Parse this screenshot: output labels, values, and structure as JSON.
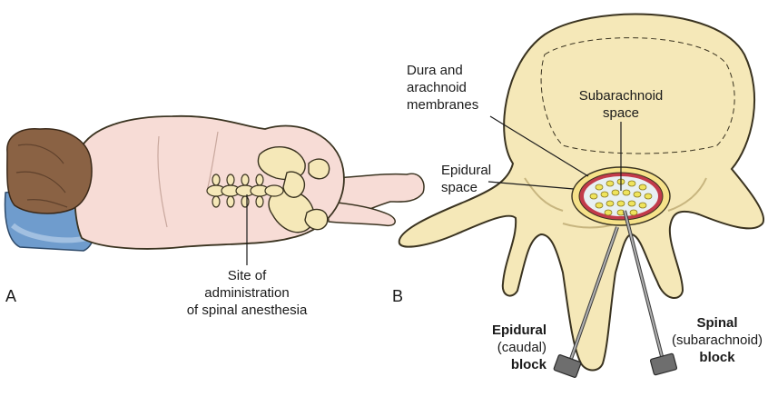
{
  "panel_a": {
    "letter": "A",
    "label_line1": "Site of",
    "label_line2": "administration",
    "label_line3": "of spinal anesthesia"
  },
  "panel_b": {
    "letter": "B",
    "dura_line1": "Dura and",
    "dura_line2": "arachnoid",
    "dura_line3": "membranes",
    "subarachnoid_line1": "Subarachnoid",
    "subarachnoid_line2": "space",
    "epidural_space_line1": "Epidural",
    "epidural_space_line2": "space",
    "epidural_block_line1": "Epidural",
    "epidural_block_line2": "(caudal)",
    "epidural_block_line3": "block",
    "spinal_block_line1": "Spinal",
    "spinal_block_line2": "(subarachnoid)",
    "spinal_block_line3": "block"
  },
  "colors": {
    "skin": "#f7dcd6",
    "bone": "#f5e8b8",
    "bone_outline": "#3a3320",
    "hair": "#8a6244",
    "pillow": "#6f9ccd",
    "dura": "#c23b4a",
    "cord": "#e8f0f2",
    "nerve": "#efe45c"
  }
}
